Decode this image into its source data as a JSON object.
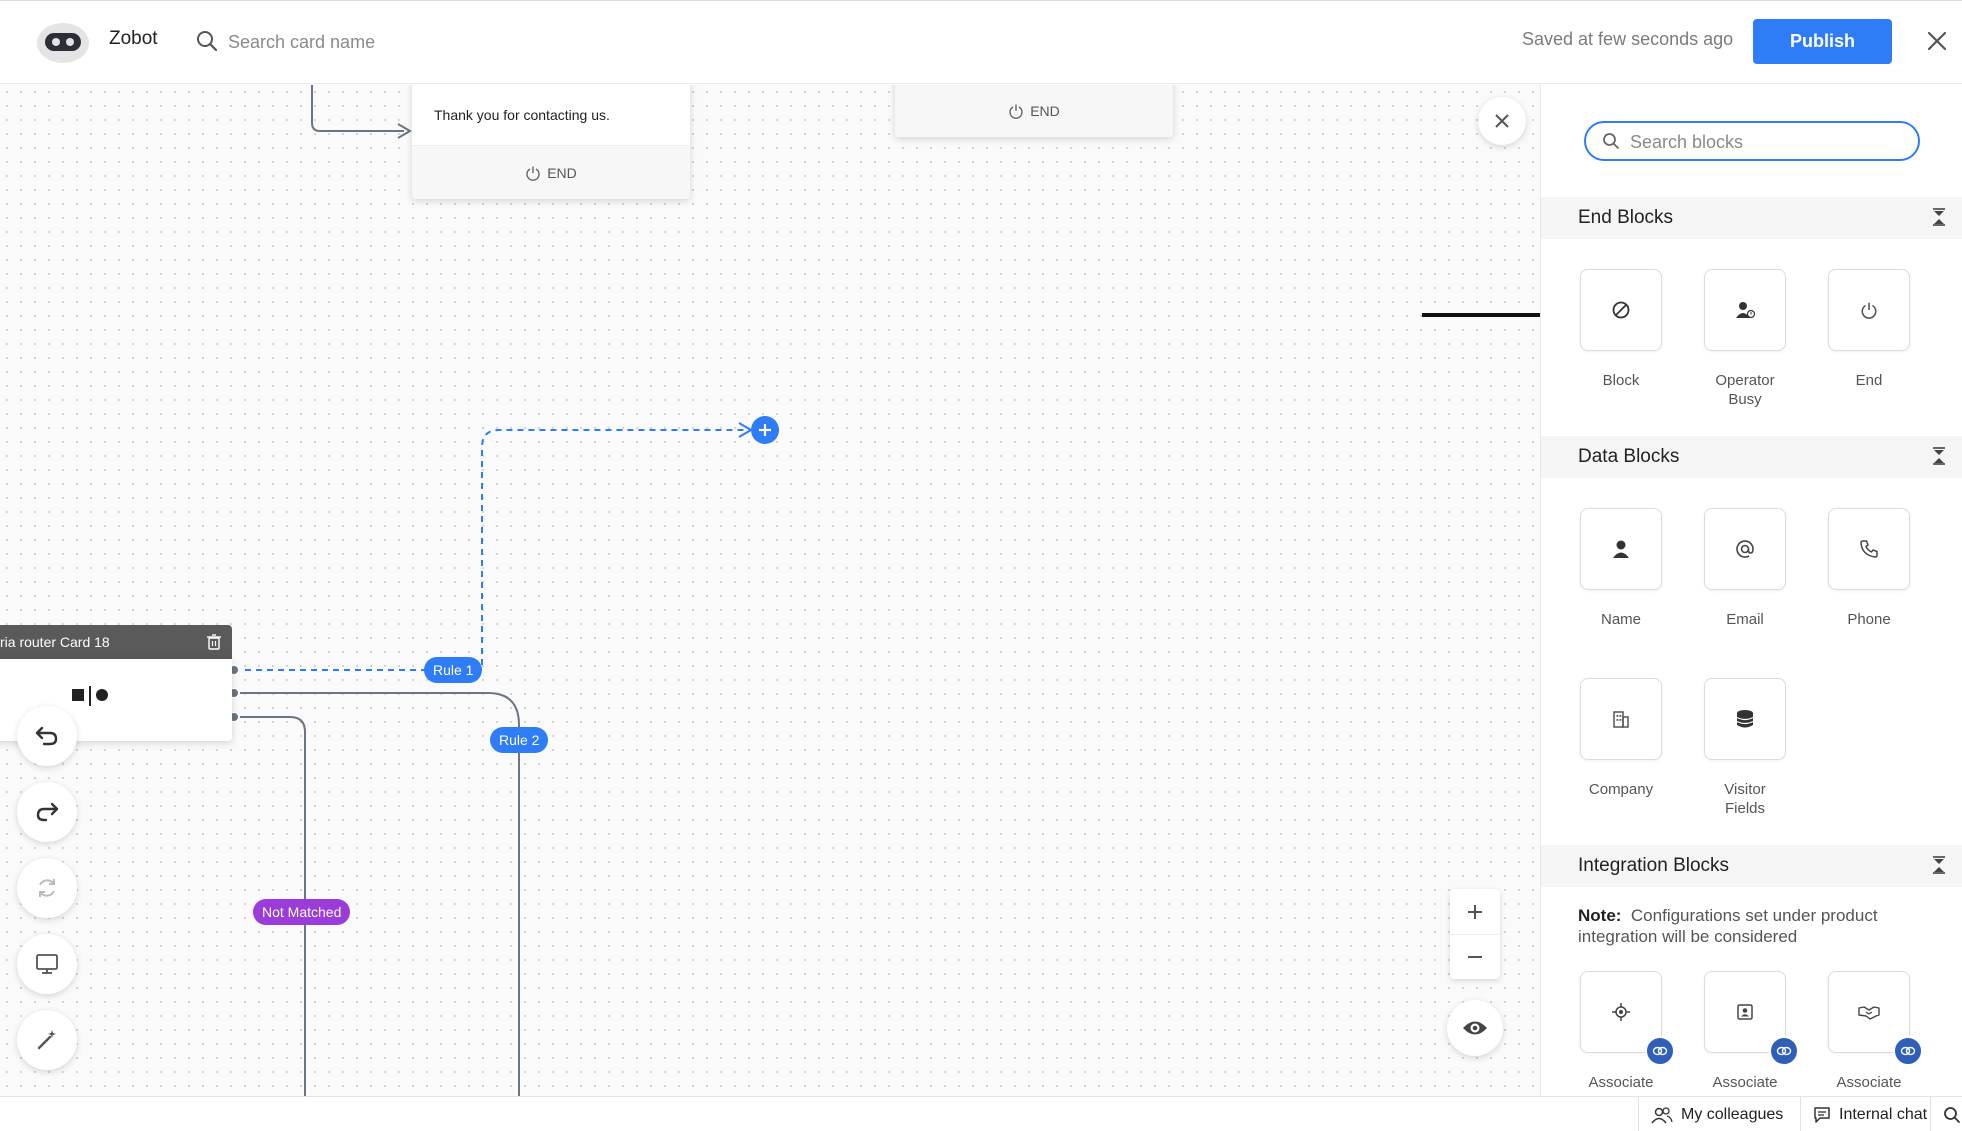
{
  "header": {
    "app_name": "Zobot",
    "card_search_placeholder": "Search card name",
    "saved_status": "Saved at few seconds ago",
    "publish_label": "Publish"
  },
  "canvas": {
    "thank_you_card": {
      "message": "Thank you for contacting us.",
      "end_label": "END"
    },
    "top_end_card": {
      "end_label": "END"
    },
    "router_card": {
      "title": "ria router Card 18"
    },
    "rules": [
      "Rule 1",
      "Rule 2"
    ],
    "not_matched_label": "Not Matched",
    "toolbar_icons": [
      "undo-icon",
      "redo-icon",
      "reset-icon",
      "preview-screen-icon",
      "magic-wand-icon"
    ],
    "colors": {
      "accent": "#2e7cf6",
      "not_matched": "#9b3bd9",
      "connector": "#6a7483"
    }
  },
  "panel": {
    "search_placeholder": "Search blocks",
    "sections": [
      {
        "title": "End Blocks",
        "blocks": [
          "Block",
          "Operator Busy",
          "End"
        ]
      },
      {
        "title": "Data Blocks",
        "blocks": [
          "Name",
          "Email",
          "Phone",
          "Company",
          "Visitor Fields"
        ]
      },
      {
        "title": "Integration Blocks",
        "note_label": "Note:",
        "note_text": "Configurations set under product integration will be considered",
        "blocks": [
          "Associate",
          "Associate",
          "Associate"
        ]
      }
    ]
  },
  "footer": {
    "colleagues_label": "My colleagues",
    "chat_label": "Internal chat"
  }
}
